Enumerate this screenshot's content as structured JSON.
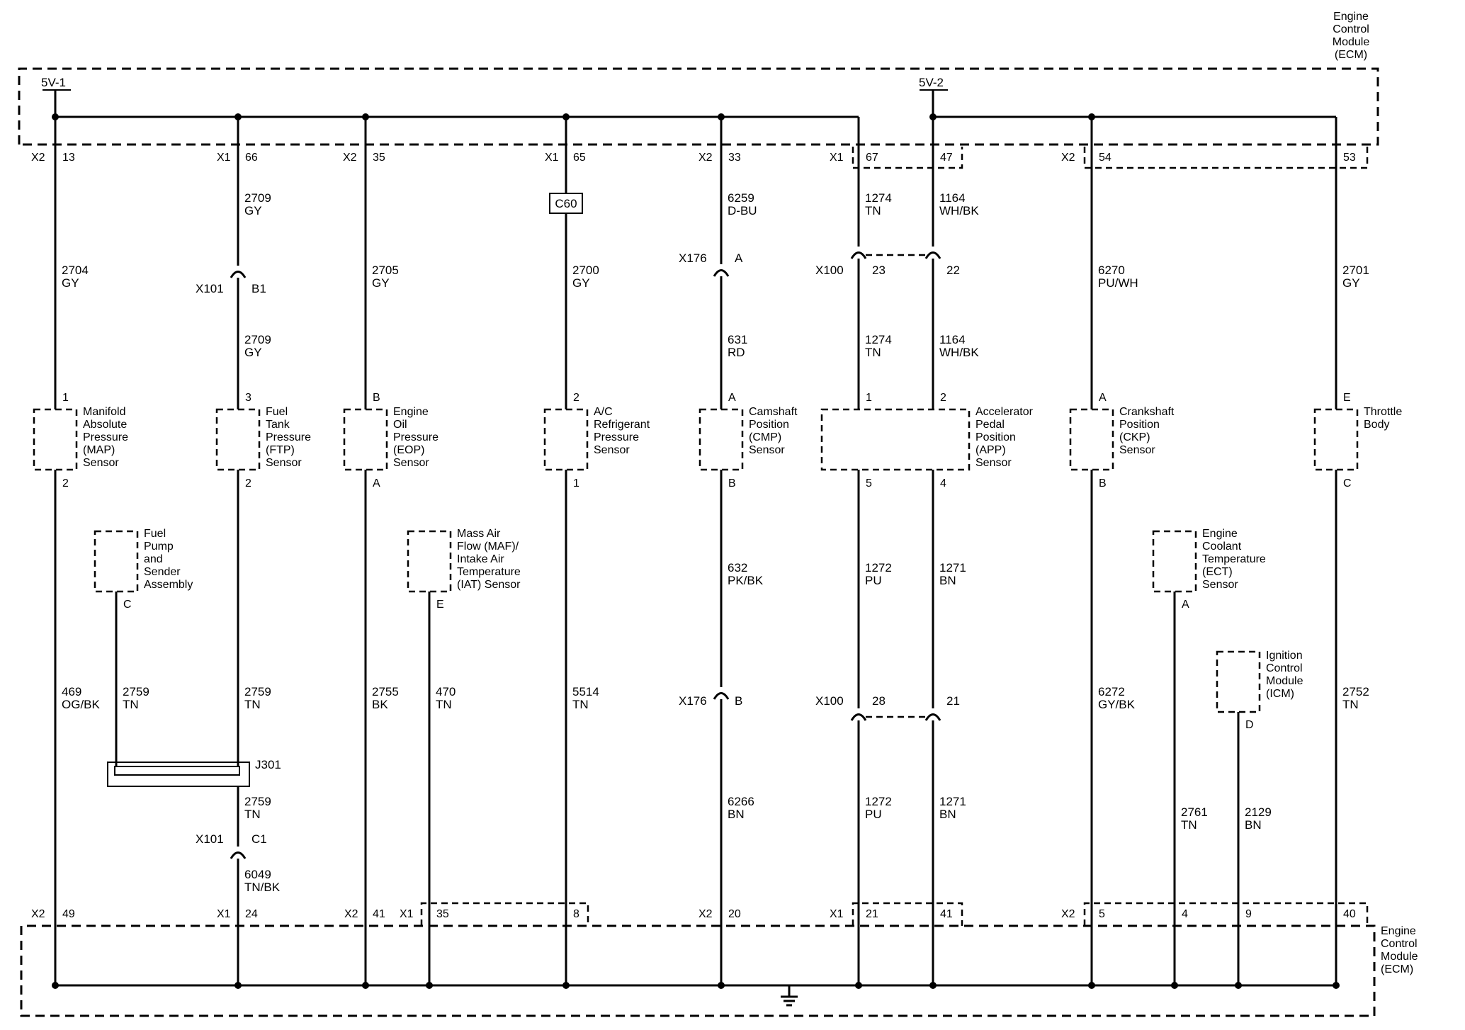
{
  "ecm_top": {
    "title": [
      "Engine",
      "Control",
      "Module",
      "(ECM)"
    ],
    "supply_1": "5V-1",
    "supply_2": "5V-2"
  },
  "ecm_bottom": {
    "title": [
      "Engine",
      "Control",
      "Module",
      "(ECM)"
    ]
  },
  "columns": [
    {
      "id": "map",
      "top_pin": {
        "conn": "X2",
        "pin": "13"
      },
      "wires": [
        [
          "2704",
          "GY"
        ],
        [
          "469",
          "OG/BK"
        ]
      ],
      "component": {
        "label": [
          "Manifold",
          "Absolute",
          "Pressure",
          "(MAP)",
          "Sensor"
        ],
        "pin_top": "1",
        "pin_bottom": "2"
      },
      "bottom_pin": {
        "conn": "X2",
        "pin": "49"
      }
    },
    {
      "id": "ftp",
      "top_pin": {
        "conn": "X1",
        "pin": "66"
      },
      "wires": [
        [
          "2709",
          "GY"
        ],
        [
          "2709",
          "GY"
        ],
        [
          "2759",
          "TN"
        ],
        [
          "2759",
          "TN"
        ],
        [
          "6049",
          "TN/BK"
        ]
      ],
      "connectors": [
        {
          "name": "X101",
          "pin": "B1"
        },
        {
          "name": "X101",
          "pin": "C1"
        }
      ],
      "component": {
        "label": [
          "Fuel",
          "Tank",
          "Pressure",
          "(FTP)",
          "Sensor"
        ],
        "pin_top": "3",
        "pin_bottom": "2"
      },
      "splice": "J301",
      "bottom_pin": {
        "conn": "X1",
        "pin": "24"
      }
    },
    {
      "id": "fuel_pump",
      "component": {
        "label": [
          "Fuel",
          "Pump",
          "and",
          "Sender",
          "Assembly"
        ],
        "pin_bottom": "C"
      },
      "wires": [
        [
          "2759",
          "TN"
        ]
      ]
    },
    {
      "id": "eop",
      "top_pin": {
        "conn": "X2",
        "pin": "35"
      },
      "wires": [
        [
          "2705",
          "GY"
        ],
        [
          "2755",
          "BK"
        ]
      ],
      "component": {
        "label": [
          "Engine",
          "Oil",
          "Pressure",
          "(EOP)",
          "Sensor"
        ],
        "pin_top": "B",
        "pin_bottom": "A"
      },
      "bottom_pin": {
        "conn": "X2",
        "pin": "41"
      }
    },
    {
      "id": "maf",
      "component": {
        "label": [
          "Mass Air",
          "Flow (MAF)/",
          "Intake Air",
          "Temperature",
          "(IAT) Sensor"
        ],
        "pin_bottom": "E"
      },
      "wires": [
        [
          "470",
          "TN"
        ]
      ],
      "bottom_pin": {
        "conn": "X1",
        "pin": "35"
      }
    },
    {
      "id": "ac",
      "top_pin": {
        "conn": "X1",
        "pin": "65"
      },
      "inline": "C60",
      "wires": [
        [
          "2700",
          "GY"
        ],
        [
          "5514",
          "TN"
        ]
      ],
      "component": {
        "label": [
          "A/C",
          "Refrigerant",
          "Pressure",
          "Sensor"
        ],
        "pin_top": "2",
        "pin_bottom": "1"
      },
      "bottom_pin": {
        "pin": "8"
      }
    },
    {
      "id": "cmp",
      "top_pin": {
        "conn": "X2",
        "pin": "33"
      },
      "wires": [
        [
          "6259",
          "D-BU"
        ],
        [
          "631",
          "RD"
        ],
        [
          "632",
          "PK/BK"
        ],
        [
          "6266",
          "BN"
        ]
      ],
      "connectors": [
        {
          "name": "X176",
          "pin": "A"
        },
        {
          "name": "X176",
          "pin": "B"
        }
      ],
      "component": {
        "label": [
          "Camshaft",
          "Position",
          "(CMP)",
          "Sensor"
        ],
        "pin_top": "A",
        "pin_bottom": "B"
      },
      "bottom_pin": {
        "conn": "X2",
        "pin": "20"
      }
    },
    {
      "id": "app",
      "top_pins": [
        {
          "conn": "X1",
          "pin": "67"
        },
        {
          "pin": "47"
        }
      ],
      "wires_left": [
        [
          "1274",
          "TN"
        ],
        [
          "1274",
          "TN"
        ],
        [
          "1272",
          "PU"
        ],
        [
          "1272",
          "PU"
        ]
      ],
      "wires_right": [
        [
          "1164",
          "WH/BK"
        ],
        [
          "1164",
          "WH/BK"
        ],
        [
          "1271",
          "BN"
        ],
        [
          "1271",
          "BN"
        ]
      ],
      "connectors": [
        {
          "name": "X100",
          "pin_left": "23",
          "pin_right": "22"
        },
        {
          "name": "X100",
          "pin_left": "28",
          "pin_right": "21"
        }
      ],
      "component": {
        "label": [
          "Accelerator",
          "Pedal",
          "Position",
          "(APP)",
          "Sensor"
        ],
        "pins_top": [
          "1",
          "2"
        ],
        "pins_bottom": [
          "5",
          "4"
        ]
      },
      "bottom_pins": [
        {
          "conn": "X1",
          "pin": "21"
        },
        {
          "pin": "41"
        }
      ]
    },
    {
      "id": "ckp",
      "top_pin": {
        "conn": "X2",
        "pin": "54"
      },
      "wires": [
        [
          "6270",
          "PU/WH"
        ],
        [
          "6272",
          "GY/BK"
        ]
      ],
      "component": {
        "label": [
          "Crankshaft",
          "Position",
          "(CKP)",
          "Sensor"
        ],
        "pin_top": "A",
        "pin_bottom": "B"
      },
      "bottom_pin": {
        "conn": "X2",
        "pin": "5"
      }
    },
    {
      "id": "ect",
      "component": {
        "label": [
          "Engine",
          "Coolant",
          "Temperature",
          "(ECT)",
          "Sensor"
        ],
        "pin_bottom": "A"
      },
      "wires": [
        [
          "2761",
          "TN"
        ]
      ],
      "bottom_pin": {
        "pin": "4"
      }
    },
    {
      "id": "icm",
      "component": {
        "label": [
          "Ignition",
          "Control",
          "Module",
          "(ICM)"
        ],
        "pin_bottom": "D"
      },
      "wires": [
        [
          "2129",
          "BN"
        ]
      ],
      "bottom_pin": {
        "pin": "9"
      }
    },
    {
      "id": "tb",
      "top_pin": {
        "pin": "53"
      },
      "wires": [
        [
          "2701",
          "GY"
        ],
        [
          "2752",
          "TN"
        ]
      ],
      "component": {
        "label": [
          "Throttle",
          "Body"
        ],
        "pin_top": "E",
        "pin_bottom": "C"
      },
      "bottom_pin": {
        "pin": "40"
      }
    }
  ]
}
